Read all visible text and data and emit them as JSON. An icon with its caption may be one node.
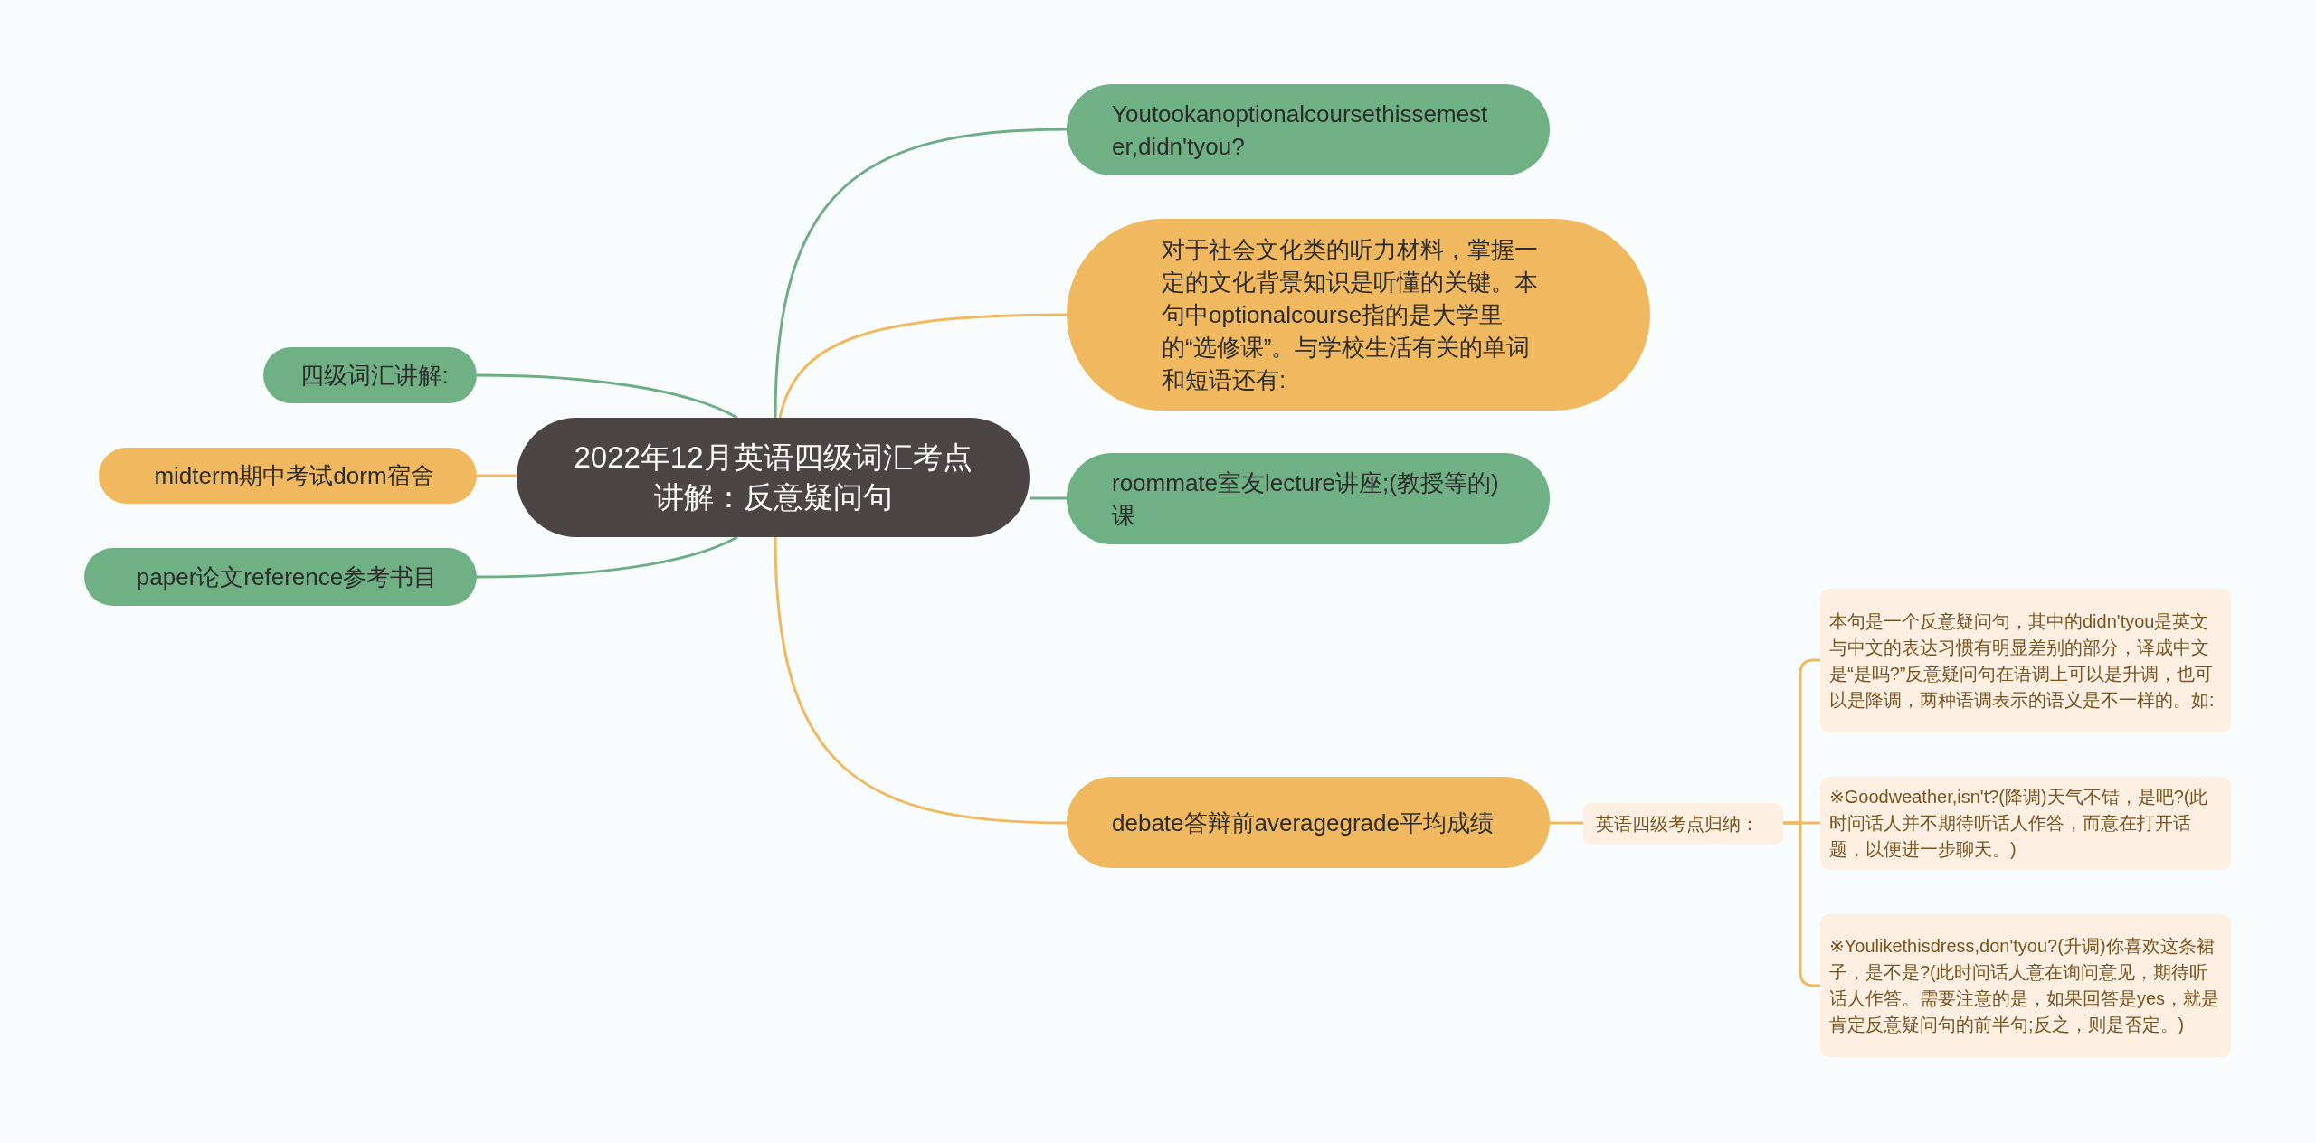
{
  "diagram": {
    "nodes": [
      {
        "text": [
          "2022年12月英语四级词汇考点讲解：反意疑问句"
        ]
      },
      {
        "text": [
          "四级词汇讲解:"
        ]
      },
      {
        "text": [
          "midterm期中考试dorm宿舍"
        ]
      },
      {
        "text": [
          "paper论文reference参考书目"
        ]
      },
      {
        "text": [
          "Youtookanoptionalcoursethissemester,didn'tyou?"
        ]
      },
      {
        "text": [
          "对于社会文化类的听力材料，掌握一定的文化背景知识是听懂的关键。本句中optionalcourse指的是大学里的“选修课”。与学校生活有关的单词和短语还有:"
        ]
      },
      {
        "text": [
          "roommate室友lecture讲座;(教授等的)课"
        ]
      },
      {
        "text": [
          "debate答辩前averagegrade平均成绩"
        ]
      },
      {
        "text": [
          "英语四级考点归纳："
        ]
      },
      {
        "text": [
          "本句是一个反意疑问句，其中的didn'tyou是英文与中文的表达习惯有明显差别的部分，译成中文是“是吗?”反意疑问句在语调上可以是升调，也可以是降调，两种语调表示的语义是不一样的。如:"
        ]
      },
      {
        "text": [
          "※Goodweather,isn't?(降调)天气不错，是吧?(此时问话人并不期待听话人作答，而意在打开话题，以便进一步聊天。)"
        ]
      },
      {
        "text": [
          "※Youlikethisdress,don'tyou?(升调)你喜欢这条裙子，是不是?(此时问话人意在询问意见，期待听话人作答。需要注意的是，如果回答是yes，就是肯定反意疑问句的前半句;反之，则是否定。)"
        ]
      }
    ],
    "edges": [
      {
        "from": 0,
        "to": 1,
        "arrow": "none",
        "color": "#6fae84"
      },
      {
        "from": 0,
        "to": 2,
        "arrow": "none"
      },
      {
        "from": 0,
        "to": 3,
        "arrow": "none",
        "color": "#6fae84"
      },
      {
        "from": 0,
        "to": 4,
        "arrow": "none",
        "color": "#6fae84"
      },
      {
        "from": 0,
        "to": 5,
        "arrow": "none"
      },
      {
        "from": 0,
        "to": 6,
        "arrow": "none",
        "color": "#6fae84"
      },
      {
        "from": 0,
        "to": 7,
        "arrow": "none"
      },
      {
        "from": 7,
        "to": 8,
        "arrow": "none"
      },
      {
        "from": 8,
        "to": 9,
        "arrow": "none"
      },
      {
        "from": 8,
        "to": 10,
        "arrow": "none"
      },
      {
        "from": 8,
        "to": 11,
        "arrow": "none"
      }
    ]
  }
}
